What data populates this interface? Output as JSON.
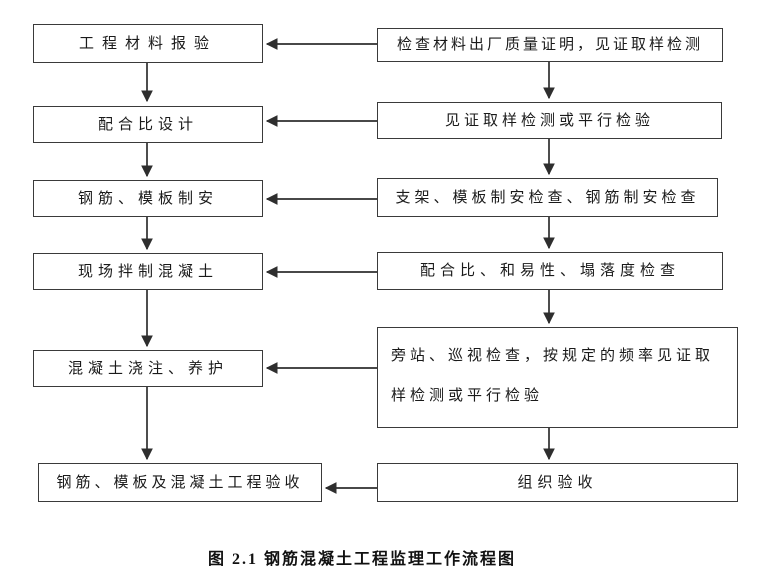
{
  "diagram": {
    "caption": "图 2.1  钢筋混凝土工程监理工作流程图",
    "colors": {
      "background": "#ffffff",
      "line": "#2e2e2e",
      "box_border": "#3a3a3a",
      "text": "#1a1a1a"
    },
    "left_column": [
      {
        "label": "工程材料报验"
      },
      {
        "label": "配合比设计"
      },
      {
        "label": "钢筋、模板制安"
      },
      {
        "label": "现场拌制混凝土"
      },
      {
        "label": "混凝土浇注、养护"
      },
      {
        "label": "钢筋、模板及混凝土工程验收"
      }
    ],
    "right_column": [
      {
        "label": "检查材料出厂质量证明，见证取样检测"
      },
      {
        "label": "见证取样检测或平行检验"
      },
      {
        "label": "支架、模板制安检查、钢筋制安检查"
      },
      {
        "label": "配合比、和易性、塌落度检查"
      },
      {
        "label": "旁站、巡视检查，按规定的频率见证取样检测或平行检验"
      },
      {
        "label": "组织验收"
      }
    ]
  }
}
